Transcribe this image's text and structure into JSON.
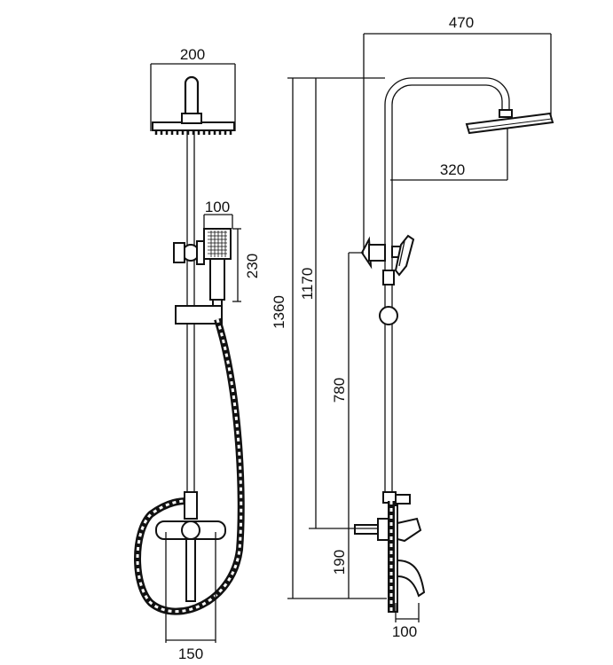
{
  "dimensions": {
    "front_head_width": "200",
    "handshower_width": "100",
    "handshower_height": "230",
    "mixer_width": "150",
    "side_total_reach": "470",
    "side_arm_reach": "320",
    "total_height": "1360",
    "head_height": "1170",
    "holder_height": "780",
    "mixer_height": "190",
    "spout_length": "100"
  }
}
